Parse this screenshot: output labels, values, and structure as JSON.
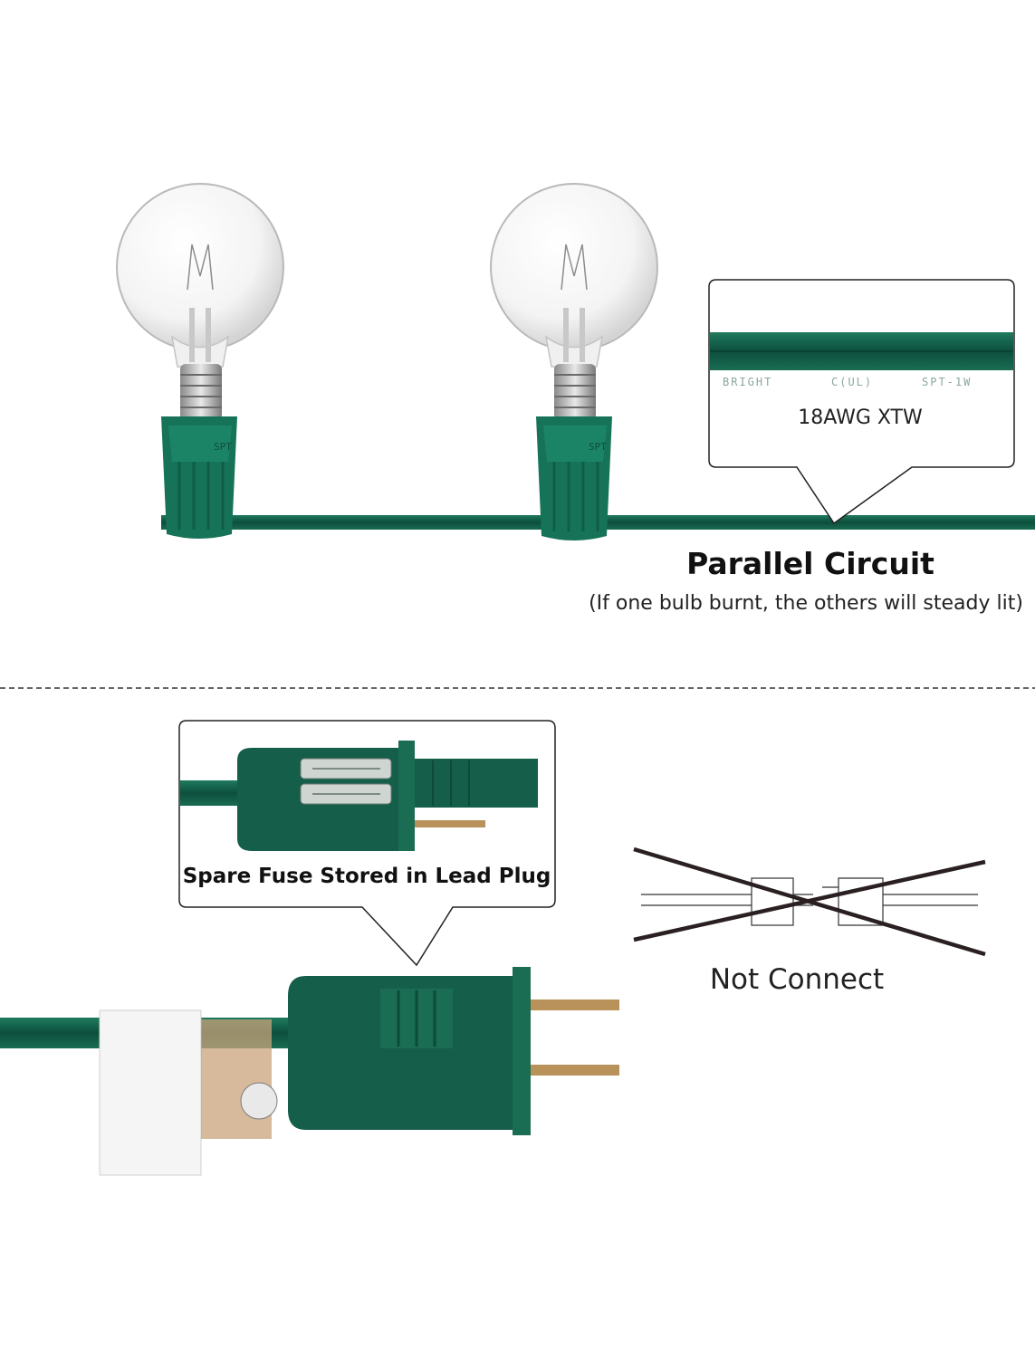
{
  "colors": {
    "wire_green": "#0f5c47",
    "socket_green": "#177358",
    "plug_green": "#155e4a",
    "prong_brass": "#b8925a",
    "outline": "#222222"
  },
  "icons": [
    "bulb-icon",
    "socket-icon",
    "plug-icon",
    "fuse-icon",
    "cross-icon"
  ],
  "top_section": {
    "wire_callout": {
      "cord_print": [
        "BRIGHT",
        "C(UL)",
        "SPT-1W"
      ],
      "label": "18AWG XTW"
    },
    "socket_print": "SPT",
    "title": "Parallel Circuit",
    "subtitle": "(If one bulb burnt, the others will steady lit)"
  },
  "bottom_section": {
    "fuse_callout": {
      "label": "Spare Fuse Stored in Lead Plug"
    },
    "not_connect_label": "Not Connect"
  }
}
